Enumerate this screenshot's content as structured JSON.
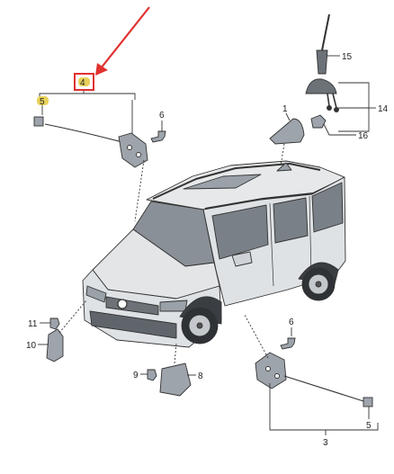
{
  "callouts": {
    "c1": "1",
    "c3": "3",
    "c4": "4",
    "c5_top": "5",
    "c5_bottom": "5",
    "c6_top": "6",
    "c6_bottom": "6",
    "c8": "8",
    "c9": "9",
    "c10": "10",
    "c11": "11",
    "c14": "14",
    "c15": "15",
    "c16": "16"
  },
  "colors": {
    "highlight_box": "#e0312f",
    "highlight_badge": "#e8d25a",
    "arrow": "#e0312f",
    "line": "#333333",
    "part_fill": "#9ea4ab",
    "car_fill": "#dfe2e5",
    "car_dark": "#6c7278"
  },
  "icons": [
    "red-arrow-icon",
    "van-illustration",
    "antenna-rod",
    "shark-fin-antenna"
  ]
}
